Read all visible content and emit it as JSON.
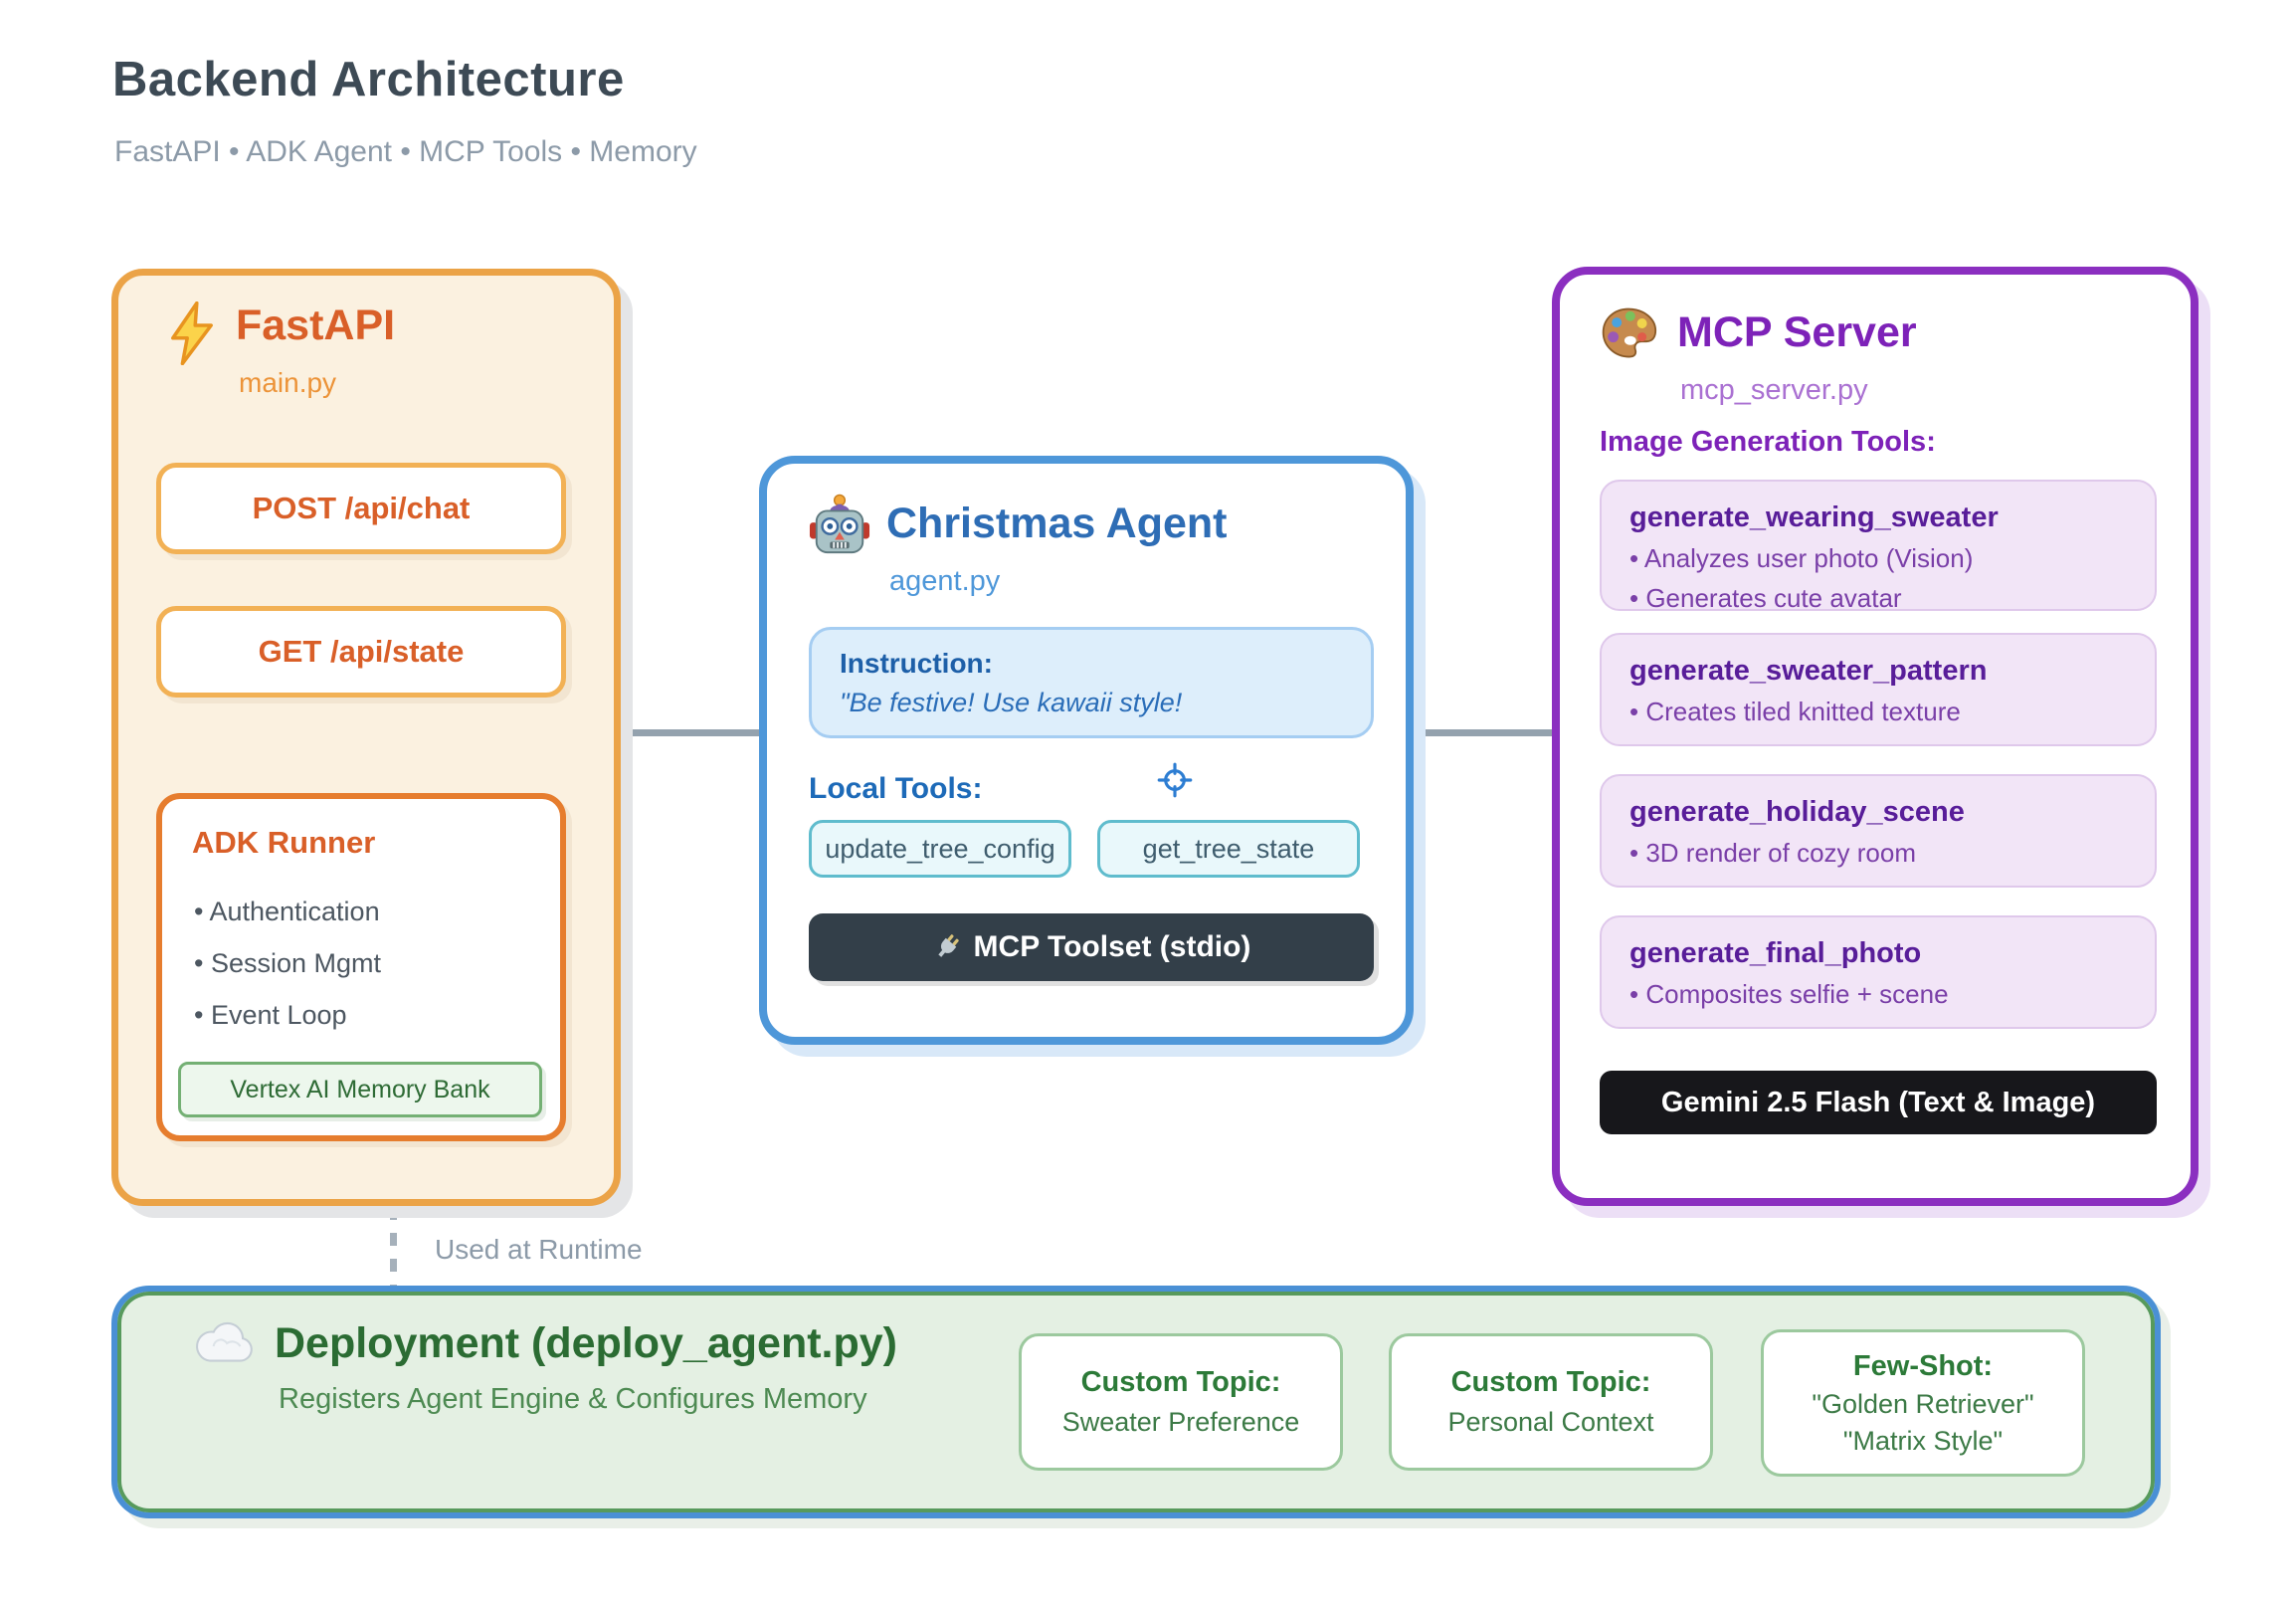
{
  "header": {
    "title": "Backend Architecture",
    "subtitle": "FastAPI • ADK Agent • MCP Tools • Memory"
  },
  "fastapi_box": {
    "icon": "zap-emoji",
    "title": "FastAPI",
    "file": "main.py",
    "endpoint_post": "POST /api/chat",
    "endpoint_get": "GET /api/state",
    "adk_runner": {
      "title": "ADK Runner",
      "bullets": [
        "• Authentication",
        "• Session Mgmt",
        "• Event Loop"
      ],
      "memory_chip": "Vertex AI Memory Bank"
    }
  },
  "agent_box": {
    "icon": "robot-emoji",
    "title": "Christmas Agent",
    "file": "agent.py",
    "instruction": {
      "label": "Instruction:",
      "quote": "\"Be festive! Use kawaii style!"
    },
    "local_tools_label": "Local Tools:",
    "tool_chips": [
      "update_tree_config",
      "get_tree_state"
    ],
    "toolset_button": "MCP Toolset (stdio)"
  },
  "mcp_box": {
    "icon": "palette-emoji",
    "title": "MCP Server",
    "file": "mcp_server.py",
    "section_label": "Image Generation Tools:",
    "tools": [
      {
        "name": "generate_wearing_sweater",
        "bullets": [
          "• Analyzes user photo (Vision)",
          "• Generates cute avatar"
        ]
      },
      {
        "name": "generate_sweater_pattern",
        "bullets": [
          "• Creates tiled knitted texture"
        ]
      },
      {
        "name": "generate_holiday_scene",
        "bullets": [
          "• 3D render of cozy room"
        ]
      },
      {
        "name": "generate_final_photo",
        "bullets": [
          "• Composites selfie + scene"
        ]
      }
    ],
    "model_button": "Gemini 2.5 Flash (Text & Image)"
  },
  "deployment_box": {
    "icon": "cloud-emoji",
    "title": "Deployment (deploy_agent.py)",
    "subtitle": "Registers Agent Engine & Configures Memory",
    "cards": [
      {
        "label": "Custom Topic:",
        "lines": [
          "Sweater Preference"
        ]
      },
      {
        "label": "Custom Topic:",
        "lines": [
          "Personal Context"
        ]
      },
      {
        "label": "Few-Shot:",
        "lines": [
          "\"Golden Retriever\"",
          "\"Matrix Style\""
        ]
      }
    ]
  },
  "connector": {
    "runtime_label": "Used at Runtime"
  },
  "colors": {
    "orange_border": "#EBA347",
    "orange_text": "#D95F28",
    "orange_fill": "#FBF1E0",
    "blue_border": "#4E97D9",
    "blue_text": "#2E6DB5",
    "instruction_fill": "#DDEEFB",
    "teal_chip_border": "#5FBCCD",
    "dark_button": "#333F49",
    "purple_border": "#8B2FC0",
    "purple_text": "#7D22B8",
    "purple_card_fill": "#F2E5F7",
    "black_button": "#17171B",
    "green_fill": "#E4F0E3",
    "green_text": "#2B6C33",
    "deploy_outer_border": "#4A90D5",
    "connector_gray": "#94A2AE"
  }
}
